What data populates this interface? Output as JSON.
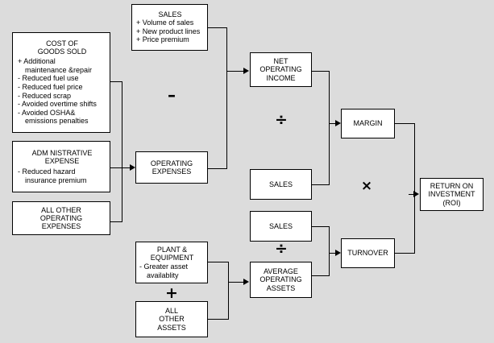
{
  "diagram": {
    "type": "flowchart",
    "title": "Return on Investment (ROI) driver tree",
    "background_color": "#dcdcdc",
    "box_color": "#ffffff",
    "line_color": "#000000"
  },
  "boxes": {
    "sales_top": {
      "title": "SALES",
      "bullets": [
        "+ Volume of sales",
        "+ New product lines",
        "+ Price premium"
      ]
    },
    "cost_of_goods_sold": {
      "title": "COST OF\nGOODS SOLD",
      "bullets": [
        "+  Additional\n    maintenance &repair",
        "-   Reduced fuel use",
        "-   Reduced fuel price",
        "-   Reduced scrap",
        "-   Avoided overtime shifts",
        "-   Avoided OSHA&\n    emissions penalties"
      ]
    },
    "administrative_expense": {
      "title": "ADM NISTRATIVE\nEXPENSE",
      "bullets": [
        "-  Reduced hazard\n   insurance premium"
      ]
    },
    "all_other_operating_expenses": {
      "title": "ALL OTHER\nOPERATING\nEXPENSES",
      "bullets": []
    },
    "operating_expenses": {
      "title": "OPERATING\nEXPENSES",
      "bullets": []
    },
    "plant_equipment": {
      "title": "PLANT &\nEQUIPMENT",
      "bullets": [
        "-  Greater asset\n   availablity"
      ]
    },
    "all_other_assets": {
      "title": "ALL\nOTHER\nASSETS",
      "bullets": []
    },
    "net_operating_income": {
      "title": "NET\nOPERATING\nINCOME",
      "bullets": []
    },
    "sales_margin": {
      "title": "SALES",
      "bullets": []
    },
    "sales_turnover": {
      "title": "SALES",
      "bullets": []
    },
    "average_operating_assets": {
      "title": "AVERAGE\nOPERATING\nASSETS",
      "bullets": []
    },
    "margin": {
      "title": "MARGIN",
      "bullets": []
    },
    "turnover": {
      "title": "TURNOVER",
      "bullets": []
    },
    "return_on_investment": {
      "title": "RETURN ON\nINVESTMENT\n(ROI)",
      "bullets": []
    }
  },
  "operators": {
    "minus": "–",
    "divide_margin": "÷",
    "divide_turnover": "÷",
    "plus_assets": "+",
    "times": "×"
  }
}
